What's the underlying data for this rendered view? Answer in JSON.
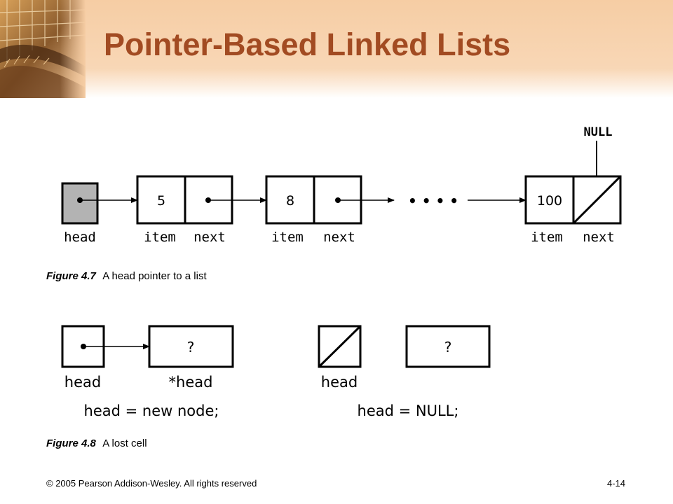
{
  "slide": {
    "title": "Pointer-Based Linked Lists"
  },
  "figure_4_7": {
    "label": "Figure 4.7",
    "caption": "A head pointer to a list",
    "null_label": "NULL",
    "head_label": "head",
    "item_label": "item",
    "next_label": "next",
    "node_values": [
      "5",
      "8",
      "100"
    ],
    "ellipsis": "• • • •"
  },
  "figure_4_8": {
    "label": "Figure 4.8",
    "caption": "A lost cell",
    "left": {
      "head_label": "head",
      "deref_label": "*head",
      "cell_value": "?",
      "statement": "head = new node;"
    },
    "right": {
      "head_label": "head",
      "cell_value": "?",
      "statement": "head = NULL;"
    }
  },
  "footer": {
    "copyright": "© 2005 Pearson Addison-Wesley. All rights reserved",
    "page_number": "4-14"
  },
  "colors": {
    "title": "#a24b22",
    "header_band": "#f6cda4",
    "head_box_fill": "#b3b3b3"
  }
}
